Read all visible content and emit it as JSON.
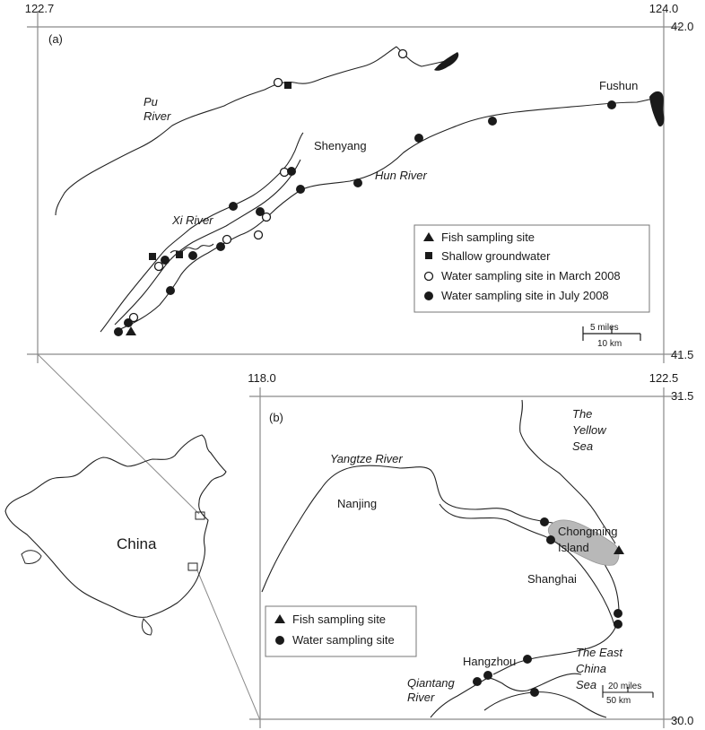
{
  "panel_a": {
    "label": "(a)",
    "coords": {
      "lon_left": "122.7",
      "lon_right": "124.0",
      "lat_top": "42.0",
      "lat_bottom": "41.5"
    },
    "places": {
      "fushun": "Fushun",
      "shenyang": "Shenyang"
    },
    "rivers": {
      "pu_line1": "Pu",
      "pu_line2": "River",
      "hun": "Hun River",
      "xi": "Xi River"
    },
    "legend": {
      "fish": "Fish sampling site",
      "groundwater": "Shallow groundwater",
      "water_march": "Water sampling site in March 2008",
      "water_july": "Water sampling site in July 2008"
    },
    "scale": {
      "miles": "5 miles",
      "km": "10 km"
    }
  },
  "panel_b": {
    "label": "(b)",
    "coords": {
      "lon_left": "118.0",
      "lon_right": "122.5",
      "lat_top": "31.5",
      "lat_bottom": "30.0"
    },
    "places": {
      "nanjing": "Nanjing",
      "chongming_line1": "Chongming",
      "chongming_line2": "Island",
      "shanghai": "Shanghai",
      "hangzhou": "Hangzhou"
    },
    "waters": {
      "yangtze": "Yangtze River",
      "qiantang_line1": "Qiantang",
      "qiantang_line2": "River",
      "yellow_line1": "The",
      "yellow_line2": "Yellow",
      "yellow_line3": "Sea",
      "east_line1": "The East",
      "east_line2": "China",
      "east_line3": "Sea"
    },
    "legend": {
      "fish": "Fish sampling site",
      "water": "Water sampling site"
    },
    "scale": {
      "miles": "20 miles",
      "km": "50 km"
    }
  },
  "inset": {
    "country": "China"
  },
  "colors": {
    "frame": "#8a8a8a",
    "marker": "#1a1a1a",
    "island": "#b8b8b8"
  }
}
